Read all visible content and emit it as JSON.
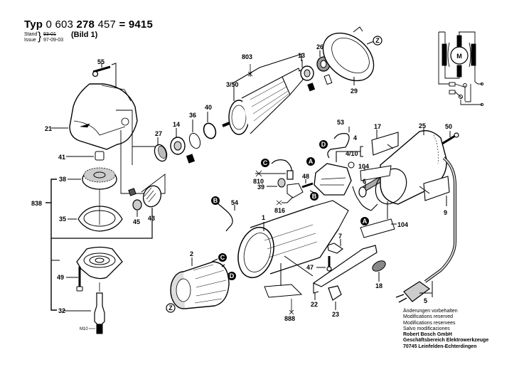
{
  "header": {
    "typ_label": "Typ",
    "part_prefix": "0 603",
    "part_main": "278",
    "part_suffix": "457",
    "equals": "=",
    "model_code": "9415",
    "bild": "(Bild 1)",
    "stand_label": "Stand",
    "stand_value": "93-01",
    "issue_label": "Issue",
    "issue_value": "97-09-03"
  },
  "callouts": {
    "c55": "55",
    "c21": "21",
    "c41": "41",
    "c38": "38",
    "c838": "838",
    "c35": "35",
    "c49": "49",
    "c32": "32",
    "m10": "M10",
    "c27": "27",
    "c14": "14",
    "c36": "36",
    "c40": "40",
    "c803": "803",
    "c350": "3/50",
    "c13": "13",
    "c26": "26",
    "c29": "29",
    "c43": "43",
    "c45": "45",
    "c53": "53",
    "c4": "4",
    "c410": "4/10",
    "c17": "17",
    "c25": "25",
    "c50": "50",
    "c104a": "104",
    "c104b": "104",
    "c6": "6",
    "c9": "9",
    "c810": "810",
    "c39": "39",
    "c48": "48",
    "c816": "816",
    "c54": "54",
    "c1": "1",
    "c2": "2",
    "c7": "7",
    "c47": "47",
    "c18": "18",
    "c22": "22",
    "c23": "23",
    "c888": "888",
    "c5": "5"
  },
  "connectors": {
    "A": "A",
    "B": "B",
    "C": "C",
    "D": "D",
    "Z": "Z"
  },
  "schematic": {
    "motor_label": "M"
  },
  "footer": {
    "lines": [
      "Änderungen vorbehalten",
      "Modifications reserved",
      "Modifications reservees",
      "Salvo modificaciones"
    ],
    "company": "Robert Bosch GmbH",
    "division": "Geschäftsbereich Elektrowerkzeuge",
    "address": "70745 Leinfelden-Echterdingen"
  }
}
